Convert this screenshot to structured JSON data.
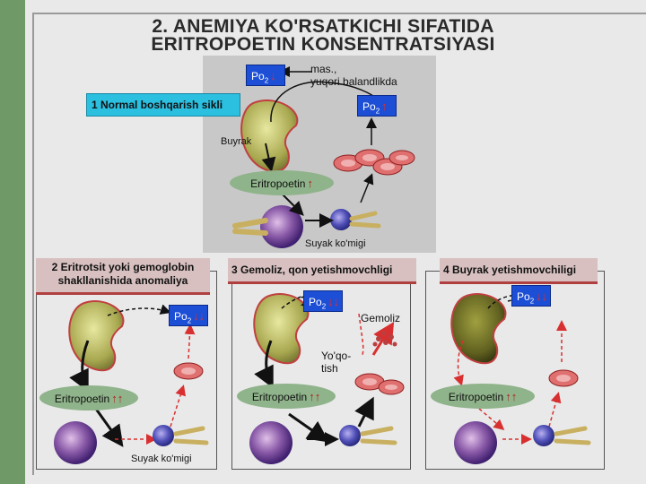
{
  "title": {
    "line1": "2. ANEMIYA KO'RSATKICHI SIFATIDA",
    "line2": "ERITROPOETIN KONSENTRATSIYASI"
  },
  "po2_text": "Po",
  "po2_sub": "2",
  "panel1": {
    "header": "1 Normal boshqarish sikli",
    "po2_left_arrow": "↓",
    "po2_right_arrow": "↑",
    "note": "mas.,\nyuqori balandlikda",
    "kidney_label": "Buyrak",
    "ellipse_label": "Eritropoetin",
    "ellipse_arrow": "↑",
    "marrow_label": "Suyak ko'migi"
  },
  "panel2": {
    "header": "2 Eritrotsit yoki gemoglobin shakllanishida anomaliya",
    "po2_arrow": "↓↓",
    "ellipse_label": "Eritropoetin",
    "ellipse_arrow": "↑↑",
    "marrow_label": "Suyak ko'migi"
  },
  "panel3": {
    "header": "3 Gemoliz, qon yetishmovchligi",
    "po2_arrow": "↓↓",
    "label_gemoliz": "Gemoliz",
    "label_yoqotish": "Yo'qo-\ntish",
    "ellipse_label": "Eritropoetin",
    "ellipse_arrow": "↑↑"
  },
  "panel4": {
    "header": "4 Buyrak yetishmovchiligi",
    "po2_arrow": "↓↓",
    "ellipse_label": "Eritropoetin",
    "ellipse_arrow": "↑↑"
  },
  "colors": {
    "accent_cyan": "#2bbfe0",
    "po2_blue": "#1d4fd6",
    "header_rose": "#d8c0c0",
    "ellipse_green": "#8fb38a",
    "arrow_red": "#d83030"
  },
  "icons": [
    "kidney-icon",
    "red-blood-cells-icon",
    "bone-marrow-cell-icon",
    "bone-icon"
  ]
}
